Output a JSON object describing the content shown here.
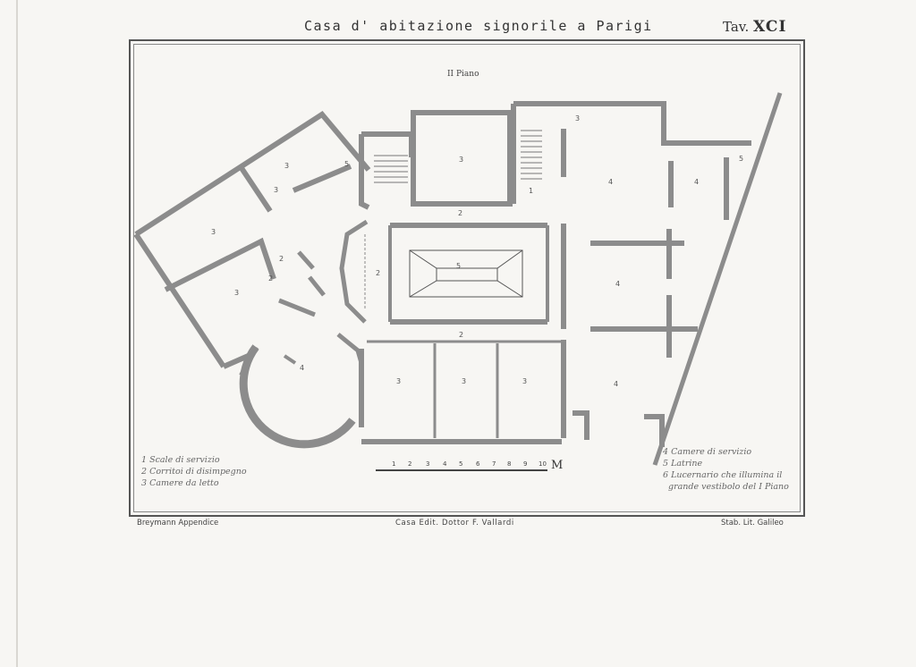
{
  "header": {
    "title": "Casa d' abitazione signorile a Parigi",
    "plate_prefix": "Tav.",
    "plate_number": "XCI"
  },
  "plan": {
    "floor_label": "II Piano",
    "room_numbers": [
      "3",
      "3",
      "3",
      "3",
      "5",
      "3",
      "1",
      "3",
      "2",
      "2",
      "2",
      "2",
      "5",
      "4",
      "4",
      "4",
      "5",
      "4",
      "3",
      "3",
      "3",
      "4",
      "2"
    ]
  },
  "legend_left": [
    "1 Scale di servizio",
    "2 Corritoi di disimpegno",
    "3 Camere da letto"
  ],
  "legend_right": [
    "4 Camere di servizio",
    "5 Latrine",
    "6 Lucernario che illumina il",
    "grande vestibolo del I Piano"
  ],
  "scale": {
    "ticks": [
      "1",
      "2",
      "3",
      "4",
      "5",
      "6",
      "7",
      "8",
      "9",
      "10"
    ],
    "unit": "M"
  },
  "footer": {
    "left": "Breymann Appendice",
    "center": "Casa Edit. Dottor F. Vallardi",
    "right": "Stab. Lit. Galileo"
  },
  "colors": {
    "wall": "#8c8c8c",
    "wall_edge": "#555555",
    "paper": "#f7f6f3",
    "ink": "#3a3a3a"
  }
}
